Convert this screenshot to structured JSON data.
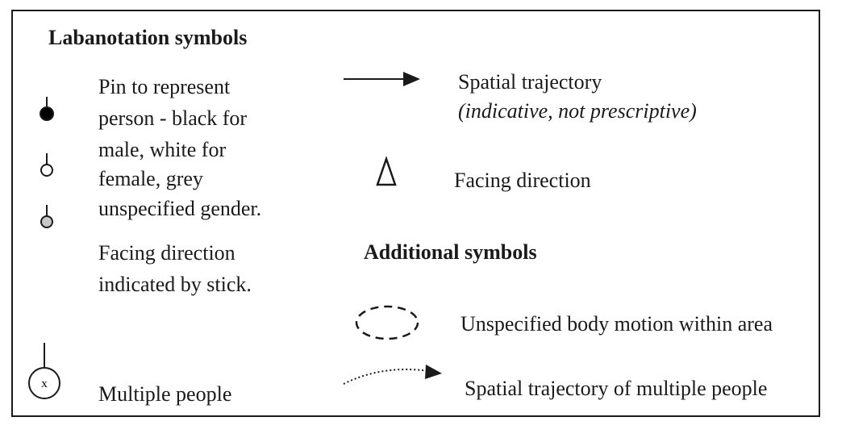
{
  "labanotation": {
    "heading": "Labanotation  symbols",
    "pin_description": [
      "Pin to represent",
      "person - black for",
      "male, white for",
      "female, grey",
      "unspecified gender."
    ],
    "facing_note": [
      "Facing direction",
      "indicated by stick."
    ],
    "multiple_people_label": "Multiple people",
    "multiple_people_symbol": "x",
    "spatial_trajectory_label": "Spatial trajectory",
    "spatial_trajectory_note": "(indicative, not prescriptive)",
    "facing_direction_label": "Facing direction"
  },
  "additional": {
    "heading": "Additional symbols",
    "unspecified_motion_label": "Unspecified body motion within area",
    "multi_trajectory_label": "Spatial trajectory of multiple people"
  },
  "colors": {
    "male_pin": "#000000",
    "female_pin": "#ffffff",
    "unspecified_pin": "#c8c8c8",
    "line": "#1a1a1a"
  },
  "icons": {
    "male_pin": "pin-male-icon",
    "female_pin": "pin-female-icon",
    "unspecified_pin": "pin-unspecified-icon",
    "multiple_people": "multiple-people-icon",
    "arrow": "solid-arrow-icon",
    "facing": "triangle-facing-icon",
    "ellipse": "dashed-ellipse-icon",
    "dotted_arrow": "dotted-arrow-icon"
  }
}
